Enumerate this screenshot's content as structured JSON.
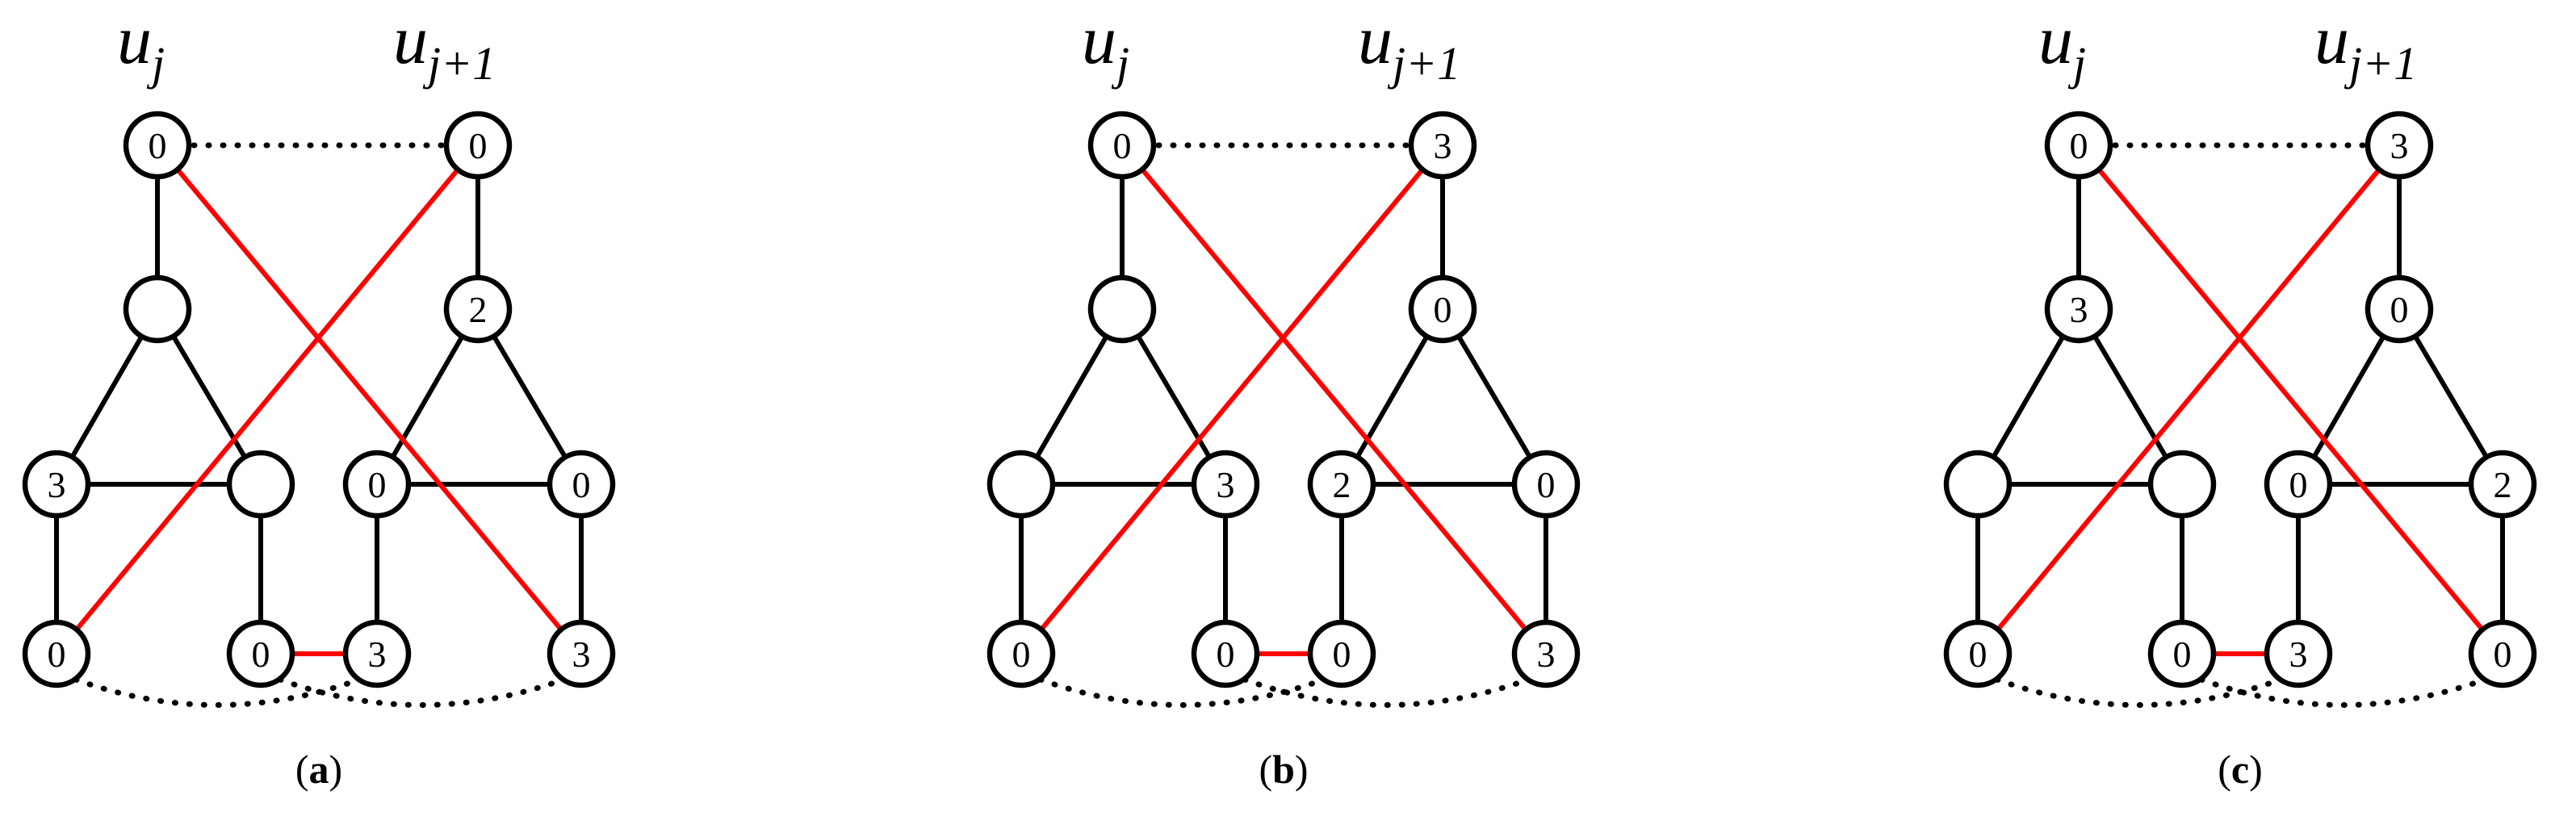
{
  "colors": {
    "edge": "#000000",
    "red_edge": "#ff0000",
    "node_fill": "#ffffff"
  },
  "panels": [
    {
      "id": "a",
      "caption_open": "(",
      "caption_letter": "a",
      "caption_close": ")",
      "label_left": {
        "base": "u",
        "sub": "j"
      },
      "label_right": {
        "base": "u",
        "sub": "j+1"
      },
      "nodes": {
        "top_left": "0",
        "top_right": "0",
        "mid_left": "",
        "mid_right": "2",
        "row3_1": "3",
        "row3_2": "",
        "row3_3": "0",
        "row3_4": "0",
        "bot_1": "0",
        "bot_2": "0",
        "bot_3": "3",
        "bot_4": "3"
      }
    },
    {
      "id": "b",
      "caption_open": "(",
      "caption_letter": "b",
      "caption_close": ")",
      "label_left": {
        "base": "u",
        "sub": "j"
      },
      "label_right": {
        "base": "u",
        "sub": "j+1"
      },
      "nodes": {
        "top_left": "0",
        "top_right": "3",
        "mid_left": "",
        "mid_right": "0",
        "row3_1": "",
        "row3_2": "3",
        "row3_3": "2",
        "row3_4": "0",
        "bot_1": "0",
        "bot_2": "0",
        "bot_3": "0",
        "bot_4": "3"
      }
    },
    {
      "id": "c",
      "caption_open": "(",
      "caption_letter": "c",
      "caption_close": ")",
      "label_left": {
        "base": "u",
        "sub": "j"
      },
      "label_right": {
        "base": "u",
        "sub": "j+1"
      },
      "nodes": {
        "top_left": "0",
        "top_right": "3",
        "mid_left": "3",
        "mid_right": "0",
        "row3_1": "",
        "row3_2": "",
        "row3_3": "0",
        "row3_4": "2",
        "bot_1": "0",
        "bot_2": "0",
        "bot_3": "3",
        "bot_4": "0"
      }
    }
  ]
}
